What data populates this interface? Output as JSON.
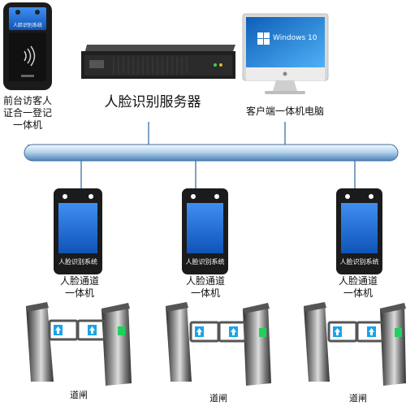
{
  "devices": {
    "front_desk": {
      "label_lines": [
        "前台访客人",
        "证合一登记",
        "一体机"
      ],
      "screen_title": "人脸识别系统"
    },
    "server": {
      "label": "人脸识别服务器"
    },
    "client_pc": {
      "label": "客户端一体机电脑",
      "os_text": "Windows 10"
    }
  },
  "terminals": [
    {
      "label_lines": [
        "人脸通道",
        "一体机"
      ],
      "screen_title": "人脸识别系统"
    },
    {
      "label_lines": [
        "人脸通道",
        "一体机"
      ],
      "screen_title": "人脸识别系统"
    },
    {
      "label_lines": [
        "人脸通道",
        "一体机"
      ],
      "screen_title": "人脸识别系统"
    }
  ],
  "gates": [
    {
      "label": "道闸"
    },
    {
      "label": "道闸"
    },
    {
      "label": "道闸"
    }
  ],
  "colors": {
    "bus_top": "#dcecf8",
    "bus_bottom": "#5b8fc4",
    "terminal_screen": "#1e6fd9",
    "gate_arrow": "#1aa3e8"
  }
}
